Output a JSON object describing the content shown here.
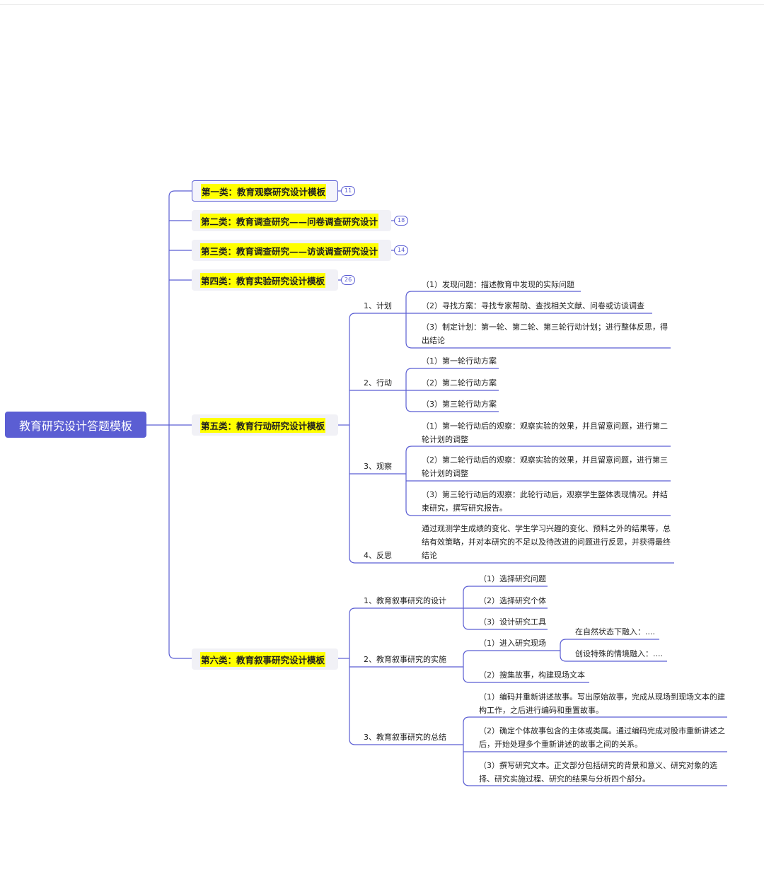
{
  "root": {
    "label": "教育研究设计答题模板"
  },
  "categories": [
    {
      "label": "第一类：教育观察研究设计模板",
      "badge": "11"
    },
    {
      "label": "第二类：教育调查研究——问卷调查研究设计",
      "badge": "18"
    },
    {
      "label": "第三类：教育调查研究——访谈调查研究设计",
      "badge": "14"
    },
    {
      "label": "第四类：教育实验研究设计模板",
      "badge": "26"
    },
    {
      "label": "第五类：教育行动研究设计模板"
    },
    {
      "label": "第六类：教育叙事研究设计模板"
    }
  ],
  "cat5": {
    "plan": {
      "label": "1、计划",
      "items": [
        "（1）发现问题：描述教育中发现的实际问题",
        "（2）寻找方案：寻找专家帮助、查找相关文献、问卷或访谈调查",
        "（3）制定计划：第一轮、第二轮、第三轮行动计划；进行整体反思，得出结论"
      ]
    },
    "action": {
      "label": "2、行动",
      "items": [
        "（1）第一轮行动方案",
        "（2）第二轮行动方案",
        "（3）第三轮行动方案"
      ]
    },
    "observe": {
      "label": "3、观察",
      "items": [
        "（1）第一轮行动后的观察：观察实验的效果，并且留意问题，进行第二轮计划的调整",
        "（2）第二轮行动后的观察：观察实验的效果，并且留意问题，进行第三轮计划的调整",
        "（3）第三轮行动后的观察：此轮行动后，观察学生整体表现情况。并结束研究，撰写研究报告。"
      ]
    },
    "reflect": {
      "label": "4、反思",
      "text": "通过观测学生成绩的变化、学生学习兴趣的变化、预料之外的结果等，总结有效策略，并对本研究的不足以及待改进的问题进行反思，并获得最终结论"
    }
  },
  "cat6": {
    "design": {
      "label": "1、教育叙事研究的设计",
      "items": [
        "（1）选择研究问题",
        "（2）选择研究个体",
        "（3）设计研究工具"
      ]
    },
    "implement": {
      "label": "2、教育叙事研究的实施",
      "enter": {
        "label": "（1）进入研究现场",
        "items": [
          "在自然状态下融入：....",
          "创设特殊的情境融入：...."
        ]
      },
      "collect": "（2）搜集故事，构建现场文本"
    },
    "summary": {
      "label": "3、教育叙事研究的总结",
      "items": [
        "（1）编码并重新讲述故事。写出原始故事，完成从现场到现场文本的建构工作，之后进行编码和重置故事。",
        "（2）确定个体故事包含的主体或类属。通过编码完成对股市重新讲述之后，开始处理多个重新讲述的故事之间的关系。",
        "（3）撰写研究文本。正文部分包括研究的背景和意义、研究对象的选择、研究实施过程、研究的结果与分析四个部分。"
      ]
    }
  },
  "colors": {
    "accent": "#5b5ed3",
    "highlight": "#ffff00"
  }
}
